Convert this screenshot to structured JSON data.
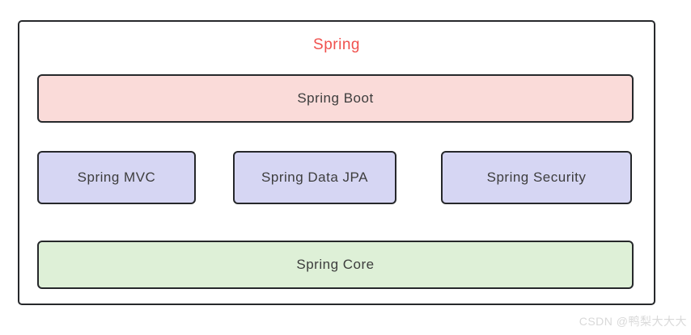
{
  "diagram": {
    "title": "Spring",
    "title_color": "#f0514e",
    "border_color": "#26282b",
    "text_color": "#3d3d3d",
    "boxes": {
      "boot": {
        "label": "Spring Boot",
        "fill": "#fadbd9"
      },
      "mvc": {
        "label": "Spring MVC",
        "fill": "#d6d6f3"
      },
      "data_jpa": {
        "label": "Spring Data JPA",
        "fill": "#d6d6f3"
      },
      "security": {
        "label": "Spring Security",
        "fill": "#d6d6f3"
      },
      "core": {
        "label": "Spring Core",
        "fill": "#def0d7"
      }
    }
  },
  "watermark": {
    "text": "CSDN @鸭梨大大大",
    "color": "#d9d9d9"
  }
}
